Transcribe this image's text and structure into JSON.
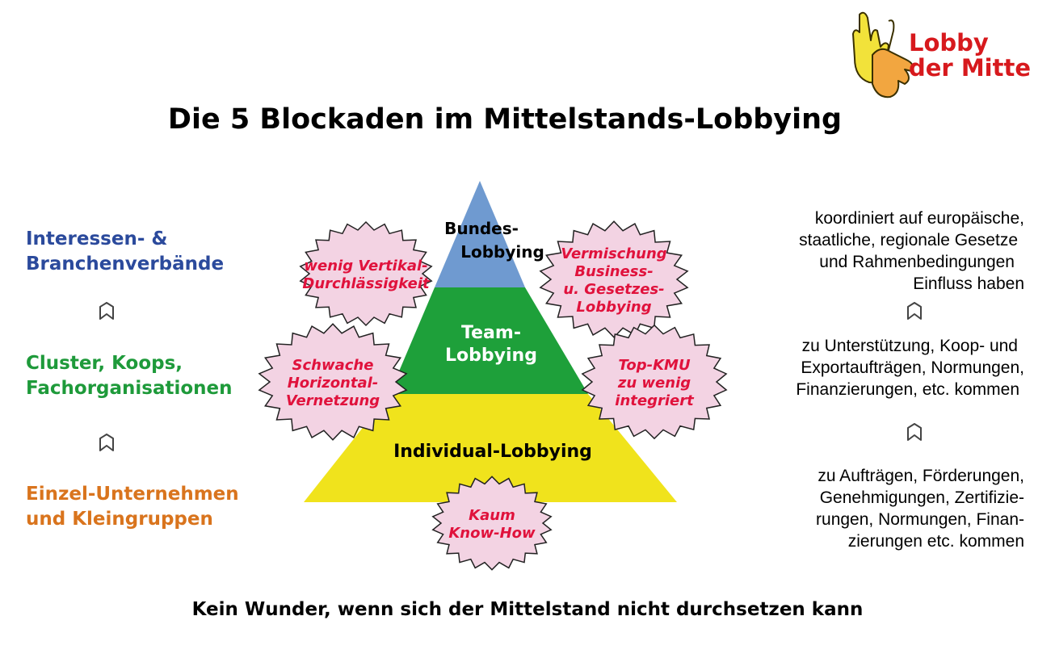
{
  "logo": {
    "line1": "Lobby",
    "line2": "der Mitte"
  },
  "title": "Die 5 Blockaden im Mittelstands-Lobbying",
  "pyramid": {
    "top": {
      "line1": "Bundes-",
      "line2": "Lobbying"
    },
    "middle": {
      "line1": "Team-",
      "line2": "Lobbying"
    },
    "bottom": {
      "line1": "Individual-Lobbying"
    }
  },
  "blockades": [
    {
      "line1": "wenig Vertikal-",
      "line2": "Durchlässigkeit",
      "line3": "",
      "line4": ""
    },
    {
      "line1": "Vermischung",
      "line2": "Business-",
      "line3": "u. Gesetzes-",
      "line4": "Lobbying"
    },
    {
      "line1": "Schwache",
      "line2": "Horizontal-",
      "line3": "Vernetzung",
      "line4": ""
    },
    {
      "line1": "Top-KMU",
      "line2": "zu wenig",
      "line3": "integriert",
      "line4": ""
    },
    {
      "line1": "Kaum",
      "line2": "Know-How",
      "line3": "",
      "line4": ""
    }
  ],
  "left_levels": [
    {
      "line1": "Interessen- &",
      "line2": "Branchenverbände",
      "color": "#2b4a9c"
    },
    {
      "line1": "Cluster, Koops,",
      "line2": "Fachorganisationen",
      "color": "#1e9a3a"
    },
    {
      "line1": "Einzel-Unternehmen",
      "line2": "und Kleingruppen",
      "color": "#d9741d"
    }
  ],
  "right_texts": [
    {
      "line1": "koordiniert auf europäische,",
      "line2": "staatliche, regionale Gesetze",
      "line3": "und Rahmenbedingungen",
      "line4": "Einfluss haben"
    },
    {
      "line1": "zu Unterstützung, Koop- und",
      "line2": "Exportaufträgen, Normungen,",
      "line3": "Finanzierungen, etc. kommen",
      "line4": ""
    },
    {
      "line1": "zu Aufträgen, Förderungen,",
      "line2": "Genehmigungen, Zertifizie-",
      "line3": "rungen, Normungen, Finan-",
      "line4": "zierungen etc. kommen"
    }
  ],
  "footer": "Kein Wunder, wenn sich der Mittelstand nicht durchsetzen kann",
  "colors": {
    "pyramid_top": "#6f9ad0",
    "pyramid_middle": "#1ea03a",
    "pyramid_bottom": "#f0e31c",
    "blockade_fill": "#f3d3e3",
    "blockade_text": "#e0123c",
    "logo_red": "#d7191d"
  }
}
